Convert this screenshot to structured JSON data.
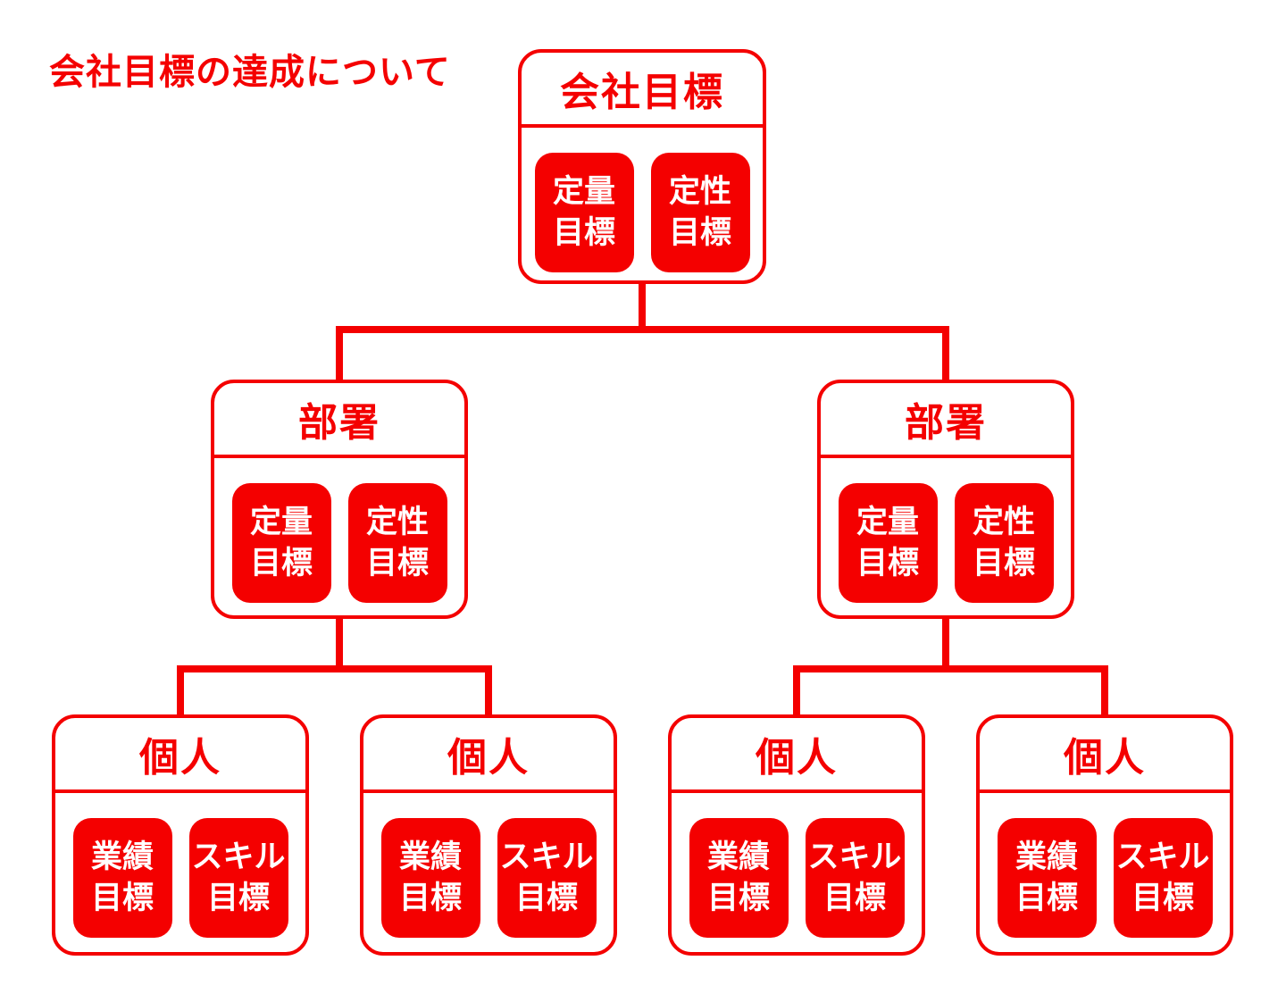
{
  "title": "会社目標の達成について",
  "colors": {
    "accent_red": "#f40000",
    "background": "#ffffff",
    "chip_text": "#ffffff"
  },
  "tree": {
    "root": {
      "label": "会社目標",
      "chips": [
        {
          "name": "quantitative-goal",
          "lines": [
            "定量",
            "目標"
          ]
        },
        {
          "name": "qualitative-goal",
          "lines": [
            "定性",
            "目標"
          ]
        }
      ]
    },
    "departments": [
      {
        "label": "部署",
        "chips": [
          {
            "name": "quantitative-goal",
            "lines": [
              "定量",
              "目標"
            ]
          },
          {
            "name": "qualitative-goal",
            "lines": [
              "定性",
              "目標"
            ]
          }
        ]
      },
      {
        "label": "部署",
        "chips": [
          {
            "name": "quantitative-goal",
            "lines": [
              "定量",
              "目標"
            ]
          },
          {
            "name": "qualitative-goal",
            "lines": [
              "定性",
              "目標"
            ]
          }
        ]
      }
    ],
    "individuals": [
      {
        "label": "個人",
        "chips": [
          {
            "name": "performance-goal",
            "lines": [
              "業績",
              "目標"
            ]
          },
          {
            "name": "skill-goal",
            "lines": [
              "スキル",
              "目標"
            ]
          }
        ]
      },
      {
        "label": "個人",
        "chips": [
          {
            "name": "performance-goal",
            "lines": [
              "業績",
              "目標"
            ]
          },
          {
            "name": "skill-goal",
            "lines": [
              "スキル",
              "目標"
            ]
          }
        ]
      },
      {
        "label": "個人",
        "chips": [
          {
            "name": "performance-goal",
            "lines": [
              "業績",
              "目標"
            ]
          },
          {
            "name": "skill-goal",
            "lines": [
              "スキル",
              "目標"
            ]
          }
        ]
      },
      {
        "label": "個人",
        "chips": [
          {
            "name": "performance-goal",
            "lines": [
              "業績",
              "目標"
            ]
          },
          {
            "name": "skill-goal",
            "lines": [
              "スキル",
              "目標"
            ]
          }
        ]
      }
    ]
  }
}
